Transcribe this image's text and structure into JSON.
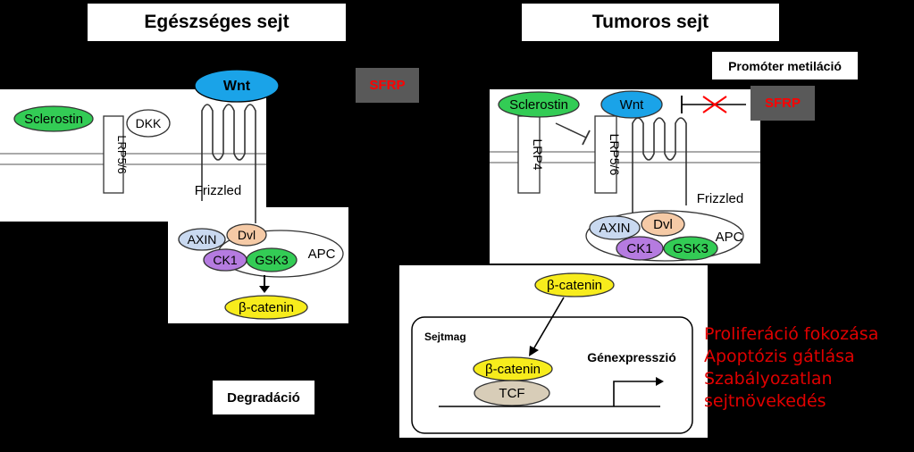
{
  "healthy": {
    "title": "Egészséges sejt",
    "sclerostin": "Sclerostin",
    "lrp": "LRP5/6",
    "dkk": "DKK",
    "wnt": "Wnt",
    "frizzled": "Frizzled",
    "sfrp": "SFRP",
    "axin": "AXIN",
    "dvl": "Dvl",
    "apc": "APC",
    "ck1": "CK1",
    "gsk3": "GSK3",
    "beta_catenin": "β-catenin",
    "degradation": "Degradáció"
  },
  "tumor": {
    "title": "Tumoros sejt",
    "promoter": "Promóter metiláció",
    "sfrp": "SFRP",
    "sclerostin": "Sclerostin",
    "wnt": "Wnt",
    "lrp4": "LRP4",
    "lrp": "LRP5/6",
    "frizzled": "Frizzled",
    "axin": "AXIN",
    "dvl": "Dvl",
    "apc": "APC",
    "ck1": "CK1",
    "gsk3": "GSK3",
    "beta_catenin_top": "β-catenin",
    "nucleus": "Sejtmag",
    "beta_catenin_nuc": "β-catenin",
    "tcf": "TCF",
    "gene_expression": "Génexpresszió"
  },
  "outcomes": [
    "Proliferáció fokozása",
    "Apoptózis gátlása",
    "Szabályozatlan",
    "sejtnövekedés"
  ],
  "colors": {
    "sclerostin": "#33cc55",
    "wnt": "#1aa3e8",
    "axin": "#c9d9f0",
    "dvl": "#f5caa6",
    "ck1": "#b57be0",
    "gsk3": "#33cc55",
    "beta_catenin": "#f7ec1c",
    "tcf": "#d8cdb8",
    "sfrp_box": "#595959",
    "sfrp_text": "#ff0000",
    "outcome_text": "#e00000"
  }
}
